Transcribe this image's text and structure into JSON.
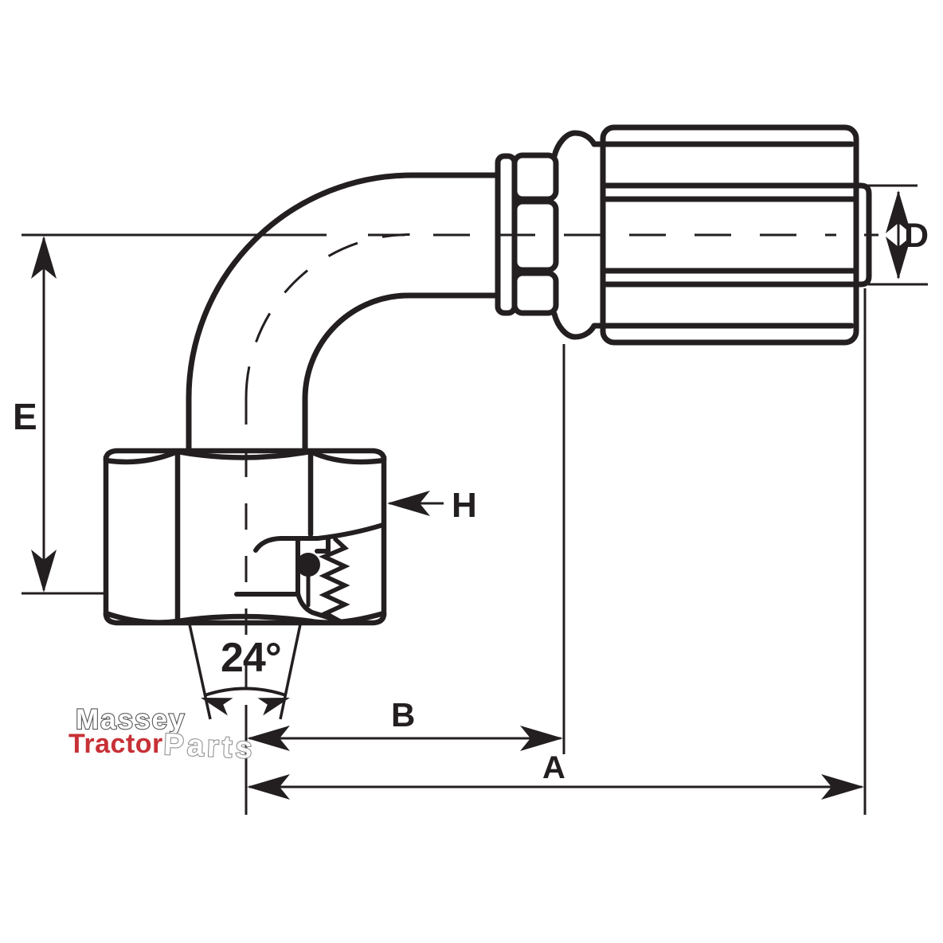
{
  "colors": {
    "background": "#ffffff",
    "ink": "#231f20",
    "watermark_red": "#c5262c",
    "watermark_outline_dark": "#4f4f4f",
    "watermark_outline_light": "#8c8c8c",
    "watermark_fill": "#ffffff"
  },
  "dimensions": {
    "a": "A",
    "b": "B",
    "d": "D",
    "e": "E",
    "h": "H",
    "angle": "24°"
  },
  "watermark": {
    "word1": "Massey",
    "word2": "Tractor",
    "word3": "Parts"
  }
}
